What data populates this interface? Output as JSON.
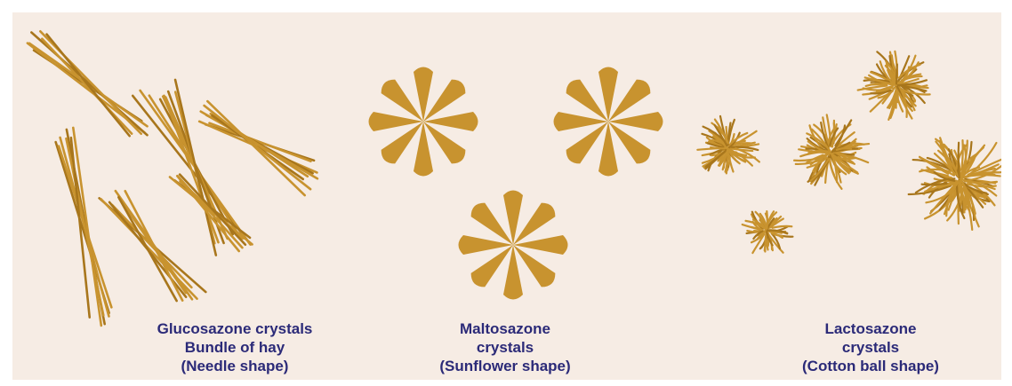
{
  "colors": {
    "background": "#f6ece4",
    "crystal": "#c8932f",
    "crystal_dark": "#a8761c",
    "text": "#2b2a78"
  },
  "panels": [
    {
      "id": "glucosazone",
      "shape": "needle",
      "caption_lines": [
        "Glucosazone crystals",
        "Bundle of hay",
        "(Needle shape)"
      ]
    },
    {
      "id": "maltosazone",
      "shape": "sunflower",
      "caption_lines": [
        "Maltosazone",
        "crystals",
        "(Sunflower shape)"
      ]
    },
    {
      "id": "lactosazone",
      "shape": "cotton-ball",
      "caption_lines": [
        "Lactosazone",
        "crystals",
        "(Cotton ball shape)"
      ]
    }
  ]
}
